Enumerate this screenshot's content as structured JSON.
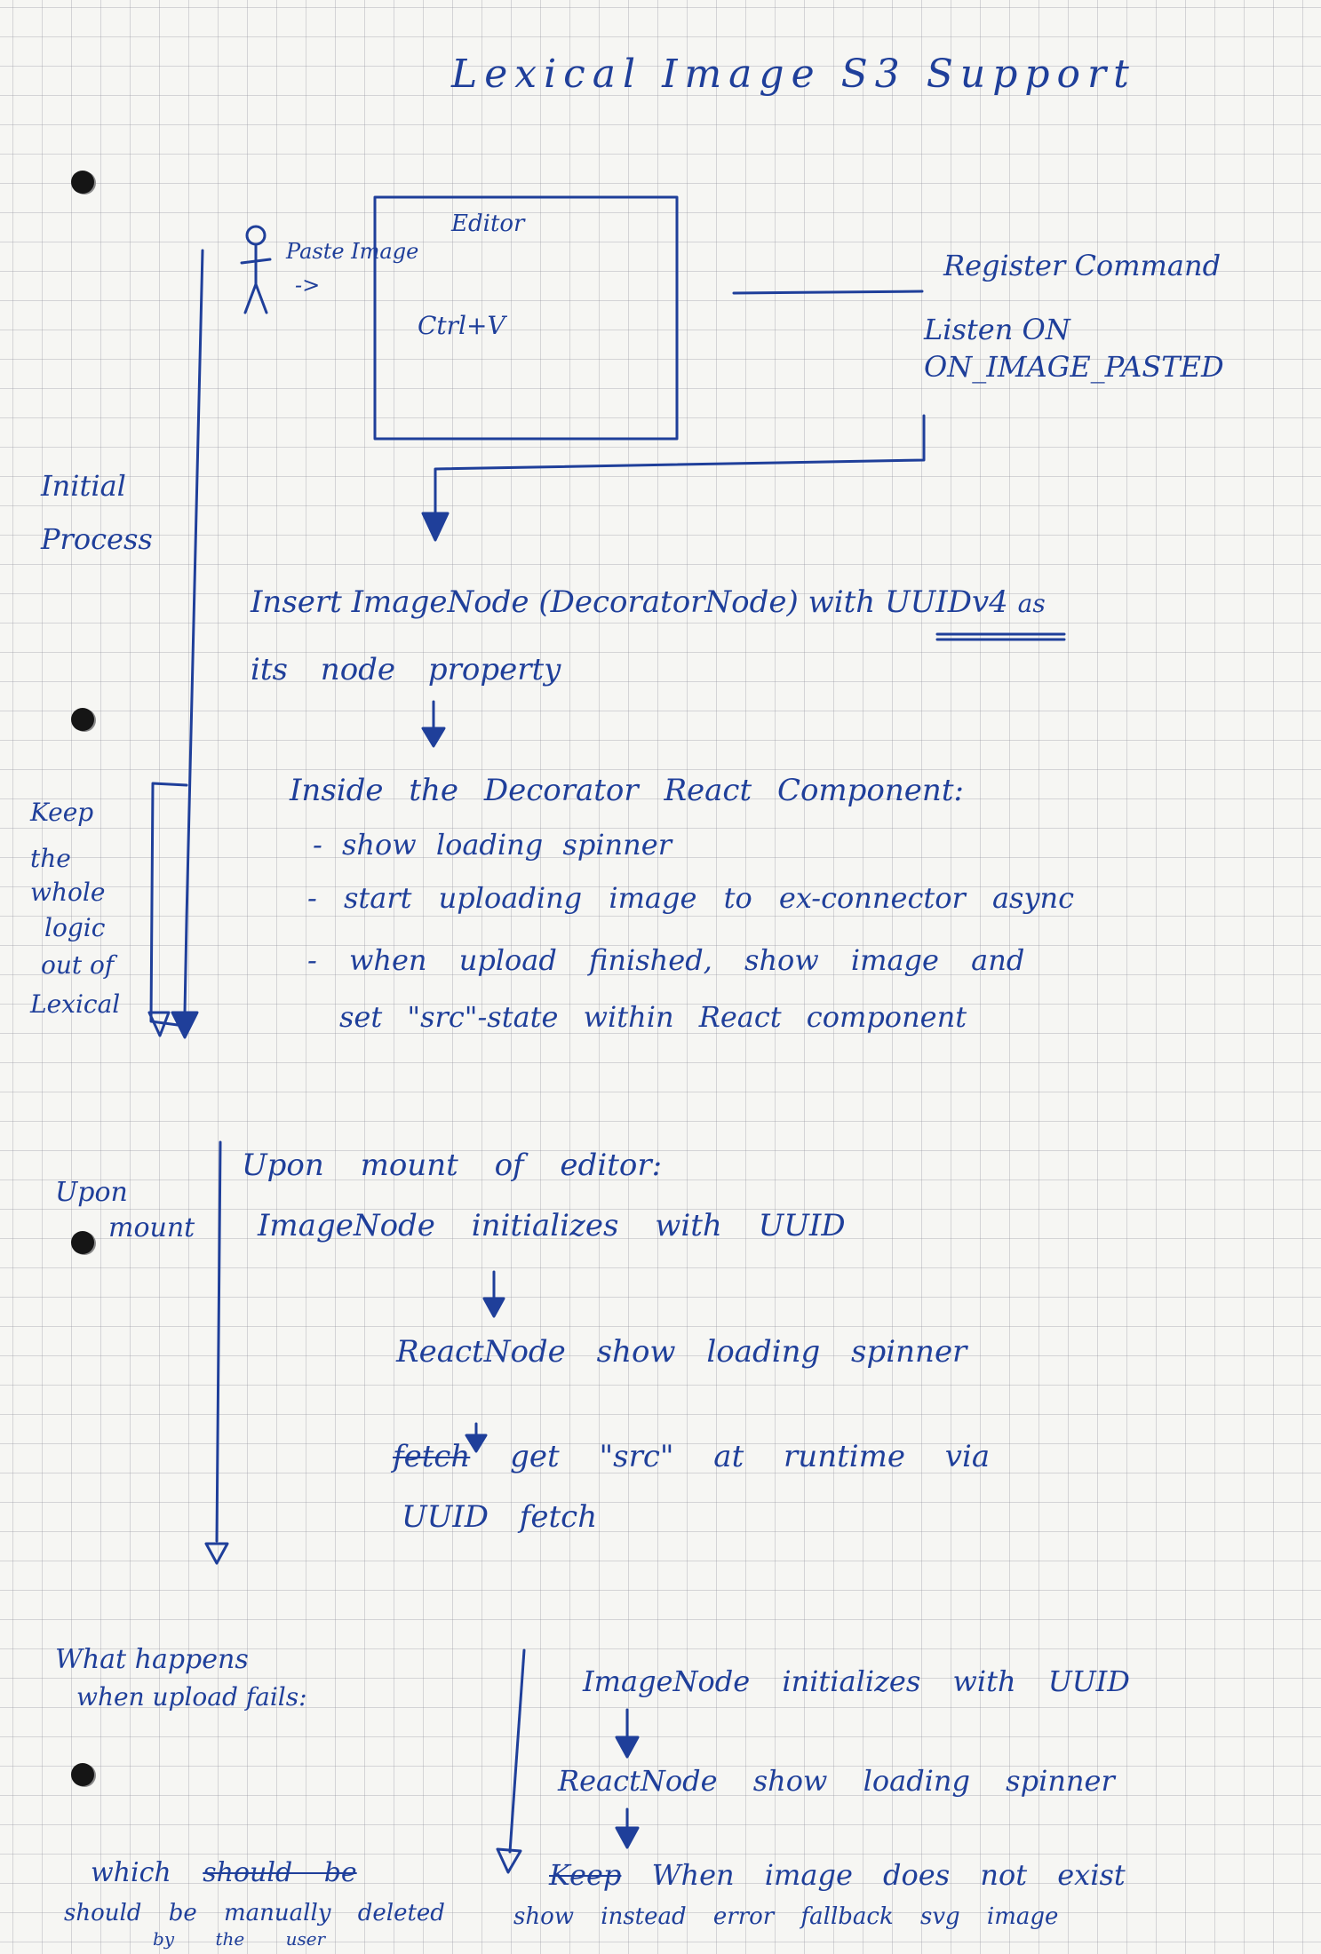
{
  "title": "Lexical Image S3 Support",
  "editor_box": {
    "label": "Editor",
    "shortcut": "Ctrl+V"
  },
  "user": {
    "action": "Paste Image",
    "arrow": "->"
  },
  "register": {
    "line1": "Register Command",
    "line2": "Listen ON",
    "line3": "ON_IMAGE_PASTED"
  },
  "initial_section": {
    "label_line1": "Initial",
    "label_line2": "Process",
    "insert_line1_a": "Insert ImageNode (DecoratorNode) with",
    "insert_uuid": "UUIDv4",
    "insert_line1_b": "as",
    "insert_line2": "its node property",
    "inside_heading": "Inside the Decorator React Component:",
    "bullets": [
      "- show loading spinner",
      "- start uploading image to ex-connector async",
      "- when upload finished, show image and"
    ],
    "bullet_cont": "set \"src\"-state within React component"
  },
  "keep_note": {
    "line1": "Keep",
    "line2": "the",
    "line3": "whole",
    "line4": "logic",
    "line5": "out of",
    "line6": "Lexical"
  },
  "mount_section": {
    "label_line1": "Upon",
    "label_line2": "mount",
    "line1": "Upon mount of editor:",
    "line2": "ImageNode initializes with UUID",
    "line3": "ReactNode show loading spinner",
    "line4_struck": "fetch",
    "line4": "get \"src\" at runtime via",
    "line5": "UUID fetch"
  },
  "fail_section": {
    "label_line1": "What happens",
    "label_line2": "when upload fails:",
    "line1": "ImageNode initializes with UUID",
    "line2": "ReactNode show loading spinner",
    "line3_struck": "Keep",
    "line3": "When image does not exist",
    "line4": "show instead error fallback svg image",
    "note_struck": "should be",
    "note_line1": "which",
    "note_line2": "should be manually deleted",
    "note_line3": "by the user"
  }
}
